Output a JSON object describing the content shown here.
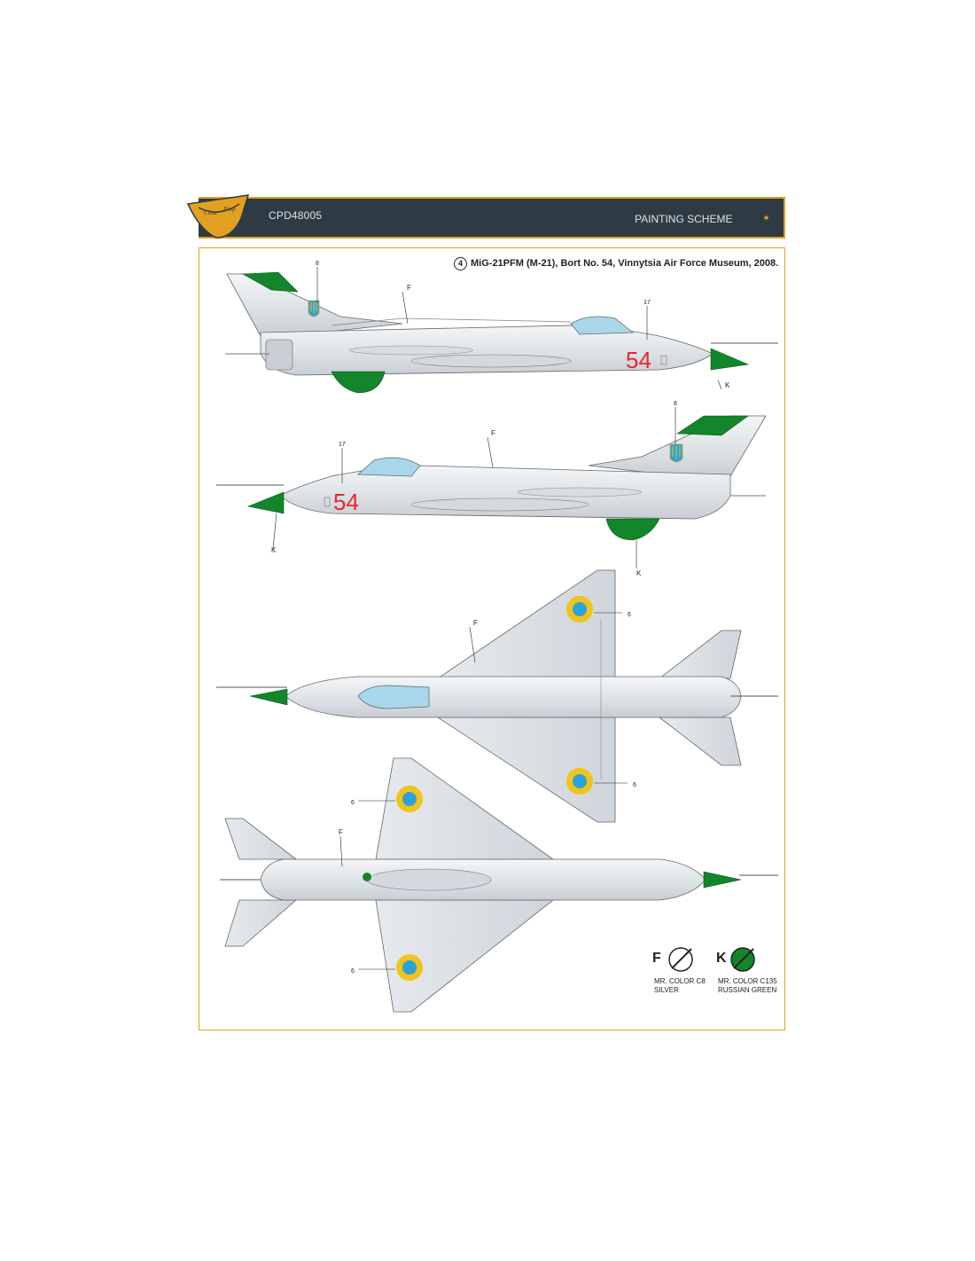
{
  "header": {
    "product_code": "CPD48005",
    "section_title": "PAINTING SCHEME",
    "logo_icon": "clear-prop-logo"
  },
  "scheme": {
    "number": "4",
    "title": "MiG-21PFM (M-21), Bort No. 54, Vinnytsia Air Force Museum, 2008."
  },
  "aircraft": {
    "side_number": "54",
    "colors": {
      "silver": "#e8ecef",
      "green": "#13852a",
      "roundel_yellow": "#f1c31b",
      "roundel_blue": "#2aa3dc",
      "number_red": "#e8262d",
      "canopy": "#a9d7ea"
    }
  },
  "callouts": {
    "f": "F",
    "k": "K",
    "c6": "6",
    "c8": "8",
    "c17": "17"
  },
  "legend": [
    {
      "letter": "F",
      "line1": "MR. COLOR C8",
      "line2": "SILVER",
      "swatch": "#ffffff"
    },
    {
      "letter": "K",
      "line1": "MR. COLOR C135",
      "line2": "RUSSIAN GREEN",
      "swatch": "#13852a"
    }
  ]
}
